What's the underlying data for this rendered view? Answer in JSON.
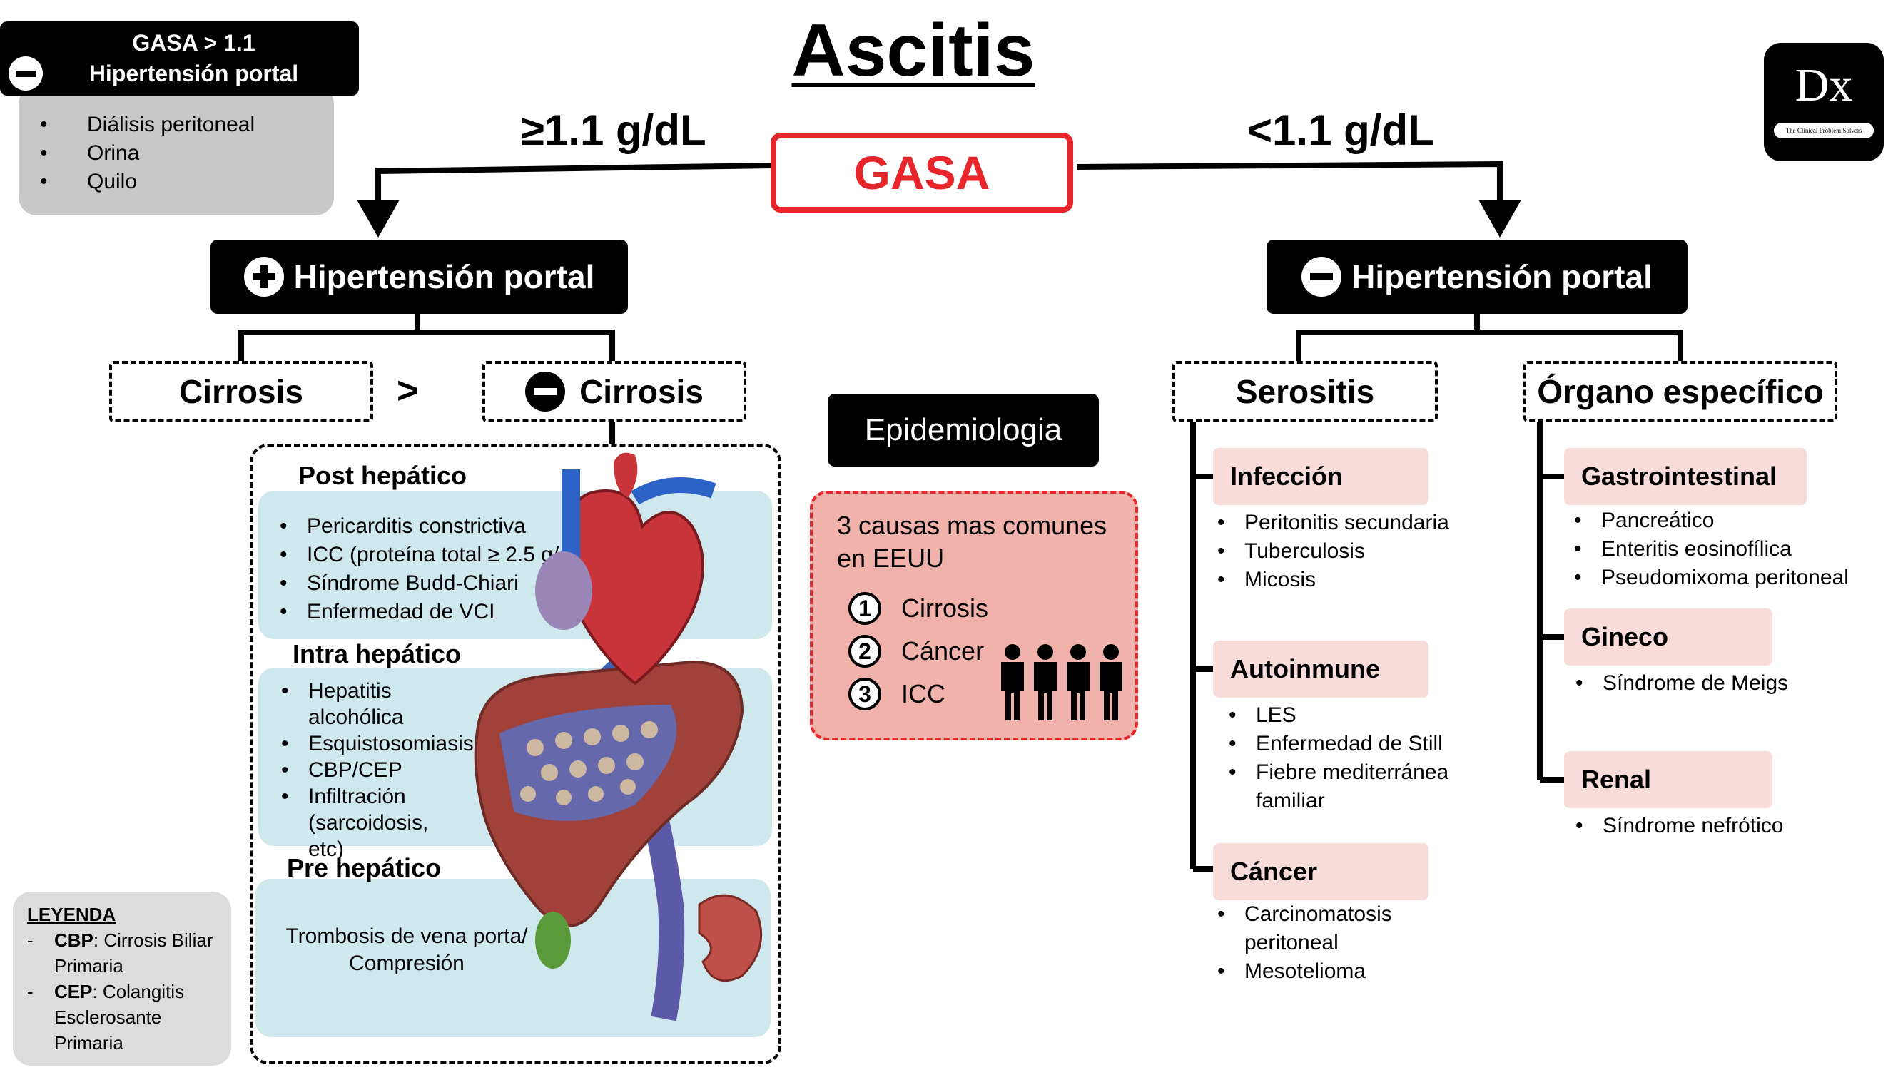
{
  "title": "Ascitis",
  "gasa_label": "GASA",
  "branch_left_label": "≥1.1 g/dL",
  "branch_right_label": "<1.1 g/dL",
  "top_left_box": {
    "header_line1": "GASA > 1.1",
    "header_line2": "Hipertensión portal",
    "items": [
      "Diálisis peritoneal",
      "Orina",
      "Quilo"
    ]
  },
  "logo": {
    "text": "Dx",
    "subtitle": "The Clinical Problem Solvers"
  },
  "left_branch": {
    "header": "Hipertensión portal",
    "cirrosis": "Cirrosis",
    "greater_than": ">",
    "no_cirrosis": "Cirrosis",
    "post": {
      "title": "Post hepático",
      "items": [
        "Pericarditis constrictiva",
        "ICC (proteína total ≥ 2.5 g/dl)",
        "Síndrome Budd-Chiari",
        "Enfermedad de VCI"
      ]
    },
    "intra": {
      "title": "Intra hepático",
      "items": [
        "Hepatitis alcohólica",
        "Esquistosomiasis",
        "CBP/CEP",
        "Infiltración (sarcoidosis, etc)"
      ]
    },
    "pre": {
      "title": "Pre hepático",
      "text_line1": "Trombosis de vena porta/",
      "text_line2": "Compresión"
    }
  },
  "epidemiology": {
    "header": "Epidemiologia",
    "intro": "3 causas mas comunes en EEUU",
    "causes": [
      {
        "num": "1",
        "label": "Cirrosis"
      },
      {
        "num": "2",
        "label": "Cáncer"
      },
      {
        "num": "3",
        "label": "ICC"
      }
    ]
  },
  "right_branch": {
    "header": "Hipertensión portal",
    "serositis": {
      "label": "Serositis",
      "groups": [
        {
          "title": "Infección",
          "items": [
            "Peritonitis secundaria",
            "Tuberculosis",
            "Micosis"
          ]
        },
        {
          "title": "Autoinmune",
          "items": [
            "LES",
            "Enfermedad de Still",
            "Fiebre mediterránea familiar"
          ]
        },
        {
          "title": "Cáncer",
          "items": [
            "Carcinomatosis peritoneal",
            "Mesotelioma"
          ]
        }
      ]
    },
    "organo": {
      "label": "Órgano específico",
      "groups": [
        {
          "title": "Gastrointestinal",
          "items": [
            "Pancreático",
            "Enteritis eosinofílica",
            "Pseudomixoma peritoneal"
          ]
        },
        {
          "title": "Gineco",
          "items": [
            "Síndrome de Meigs"
          ]
        },
        {
          "title": "Renal",
          "items": [
            "Síndrome nefrótico"
          ]
        }
      ]
    }
  },
  "legend": {
    "title": "LEYENDA",
    "items": [
      {
        "abbr": "CBP",
        "desc": ": Cirrosis Biliar Primaria"
      },
      {
        "abbr": "CEP",
        "desc": ": Colangitis Esclerosante Primaria"
      }
    ]
  },
  "colors": {
    "accent_red": "#e8252a",
    "pink_box": "#f0b2ab",
    "pink_label": "#f8dcd9",
    "blue_section": "#cfe8ee",
    "gray_box": "#c8c8c8"
  }
}
